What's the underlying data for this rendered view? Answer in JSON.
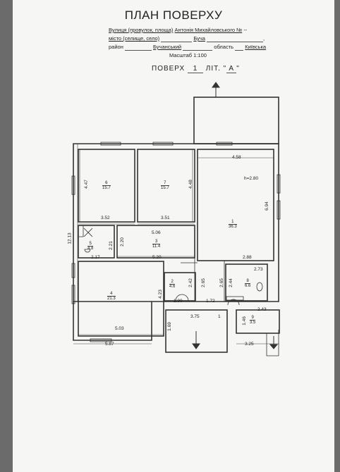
{
  "header": {
    "title": "ПЛАН ПОВЕРХУ",
    "street_label": "Вулиця (провулок, площа)",
    "street_value": "Антонія Михайловського №",
    "street_num": "--",
    "city_label": "місто (селище, село)",
    "city_value": "Буча",
    "district_label": "район",
    "district_value": "Бучанський",
    "oblast_label": "область",
    "oblast_value": "Київська",
    "scale": "Масштаб  1:100",
    "floor_label": "ПОВЕРХ",
    "floor_value": "1",
    "lit_label": "ЛІТ. \"",
    "lit_value": "А",
    "lit_close": "\""
  },
  "plan": {
    "height_note": "h=2.80",
    "rooms": [
      {
        "num": "6",
        "area": "15.7"
      },
      {
        "num": "7",
        "area": "15.7"
      },
      {
        "num": "1",
        "area": "36.3"
      },
      {
        "num": "5",
        "area": "4.8"
      },
      {
        "num": "3",
        "area": "11.4"
      },
      {
        "num": "4",
        "area": "21.3"
      },
      {
        "num": "2",
        "area": "4.6"
      },
      {
        "num": "8",
        "area": "6.6"
      },
      {
        "num": "9",
        "area": "3.5"
      }
    ],
    "dims": {
      "d458": "4.58",
      "d447": "4.47",
      "d448": "4.48",
      "d352": "3.52",
      "d351": "3.51",
      "d694": "6.94",
      "d506": "5.06",
      "d1213": "12.13",
      "d220": "2.20",
      "d221": "2.21",
      "d217": "2.17",
      "d520": "5.20",
      "d288": "2.88",
      "d273": "2.73",
      "d423": "4.23",
      "d242": "2.42",
      "d265a": "2.65",
      "d265b": "2.65",
      "d244": "2.44",
      "d190": "1.90",
      "d172": "1.72",
      "d243": "2.43",
      "d503": "5.03",
      "d375": "3.75",
      "d1": "1",
      "d169": "1.69",
      "d146": "1.46",
      "d587": "5.87",
      "d325": "3.25"
    }
  }
}
